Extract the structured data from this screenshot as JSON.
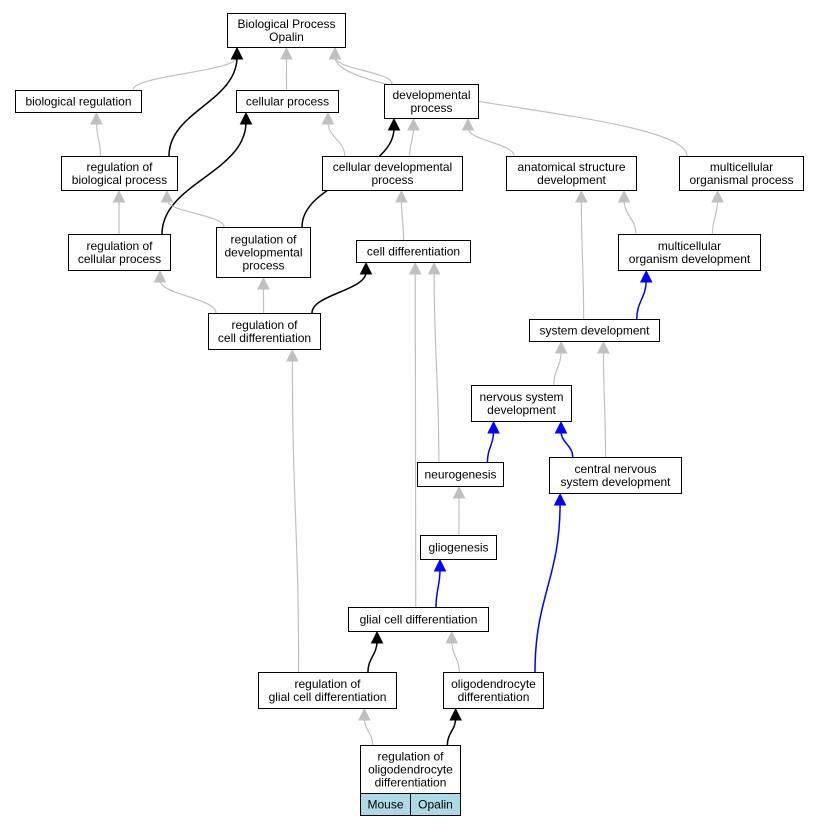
{
  "nodes": {
    "biological_process_opalin": [
      "Biological Process",
      "Opalin"
    ],
    "biological_regulation": [
      "biological regulation"
    ],
    "cellular_process": [
      "cellular process"
    ],
    "developmental_process": [
      "developmental",
      "process"
    ],
    "regulation_of_biological_process": [
      "regulation of",
      "biological process"
    ],
    "cellular_developmental_process": [
      "cellular developmental",
      "process"
    ],
    "anatomical_structure_development": [
      "anatomical structure",
      "development"
    ],
    "multicellular_organismal_process": [
      "multicellular",
      "organismal process"
    ],
    "regulation_of_cellular_process": [
      "regulation of",
      "cellular process"
    ],
    "regulation_of_developmental_process": [
      "regulation of",
      "developmental",
      "process"
    ],
    "cell_differentiation": [
      "cell differentiation"
    ],
    "multicellular_organism_development": [
      "multicellular",
      "organism development"
    ],
    "regulation_of_cell_differentiation": [
      "regulation of",
      "cell differentiation"
    ],
    "system_development": [
      "system development"
    ],
    "nervous_system_development": [
      "nervous system",
      "development"
    ],
    "neurogenesis": [
      "neurogenesis"
    ],
    "central_nervous_system_development": [
      "central nervous",
      "system development"
    ],
    "gliogenesis": [
      "gliogenesis"
    ],
    "glial_cell_differentiation": [
      "glial cell differentiation"
    ],
    "regulation_of_glial_cell_differentiation": [
      "regulation of",
      "glial cell differentiation"
    ],
    "oligodendrocyte_differentiation": [
      "oligodendrocyte",
      "differentiation"
    ],
    "regulation_of_oligodendrocyte_differentiation": [
      "regulation of",
      "oligodendrocyte",
      "differentiation"
    ]
  },
  "tags": {
    "species": "Mouse",
    "gene": "Opalin"
  },
  "edges": [
    {
      "from": "biological_regulation",
      "to": "biological_process_opalin",
      "kind": "is_a"
    },
    {
      "from": "cellular_process",
      "to": "biological_process_opalin",
      "kind": "is_a"
    },
    {
      "from": "developmental_process",
      "to": "biological_process_opalin",
      "kind": "is_a"
    },
    {
      "from": "multicellular_organismal_process",
      "to": "biological_process_opalin",
      "kind": "is_a"
    },
    {
      "from": "regulation_of_biological_process",
      "to": "biological_process_opalin",
      "kind": "regulates"
    },
    {
      "from": "regulation_of_biological_process",
      "to": "biological_regulation",
      "kind": "is_a"
    },
    {
      "from": "regulation_of_cellular_process",
      "to": "regulation_of_biological_process",
      "kind": "is_a"
    },
    {
      "from": "regulation_of_cellular_process",
      "to": "cellular_process",
      "kind": "regulates"
    },
    {
      "from": "cellular_developmental_process",
      "to": "cellular_process",
      "kind": "is_a"
    },
    {
      "from": "cellular_developmental_process",
      "to": "developmental_process",
      "kind": "is_a"
    },
    {
      "from": "anatomical_structure_development",
      "to": "developmental_process",
      "kind": "is_a"
    },
    {
      "from": "regulation_of_developmental_process",
      "to": "regulation_of_biological_process",
      "kind": "is_a"
    },
    {
      "from": "regulation_of_developmental_process",
      "to": "developmental_process",
      "kind": "regulates"
    },
    {
      "from": "cell_differentiation",
      "to": "cellular_developmental_process",
      "kind": "is_a"
    },
    {
      "from": "multicellular_organism_development",
      "to": "anatomical_structure_development",
      "kind": "is_a"
    },
    {
      "from": "multicellular_organism_development",
      "to": "multicellular_organismal_process",
      "kind": "is_a"
    },
    {
      "from": "regulation_of_cell_differentiation",
      "to": "regulation_of_cellular_process",
      "kind": "is_a"
    },
    {
      "from": "regulation_of_cell_differentiation",
      "to": "regulation_of_developmental_process",
      "kind": "is_a"
    },
    {
      "from": "regulation_of_cell_differentiation",
      "to": "cell_differentiation",
      "kind": "regulates"
    },
    {
      "from": "system_development",
      "to": "anatomical_structure_development",
      "kind": "is_a"
    },
    {
      "from": "system_development",
      "to": "multicellular_organism_development",
      "kind": "part_of"
    },
    {
      "from": "nervous_system_development",
      "to": "system_development",
      "kind": "is_a"
    },
    {
      "from": "central_nervous_system_development",
      "to": "system_development",
      "kind": "is_a"
    },
    {
      "from": "central_nervous_system_development",
      "to": "nervous_system_development",
      "kind": "part_of"
    },
    {
      "from": "neurogenesis",
      "to": "cell_differentiation",
      "kind": "is_a"
    },
    {
      "from": "neurogenesis",
      "to": "nervous_system_development",
      "kind": "part_of"
    },
    {
      "from": "gliogenesis",
      "to": "neurogenesis",
      "kind": "is_a"
    },
    {
      "from": "glial_cell_differentiation",
      "to": "cell_differentiation",
      "kind": "is_a"
    },
    {
      "from": "glial_cell_differentiation",
      "to": "gliogenesis",
      "kind": "part_of"
    },
    {
      "from": "regulation_of_glial_cell_differentiation",
      "to": "regulation_of_cell_differentiation",
      "kind": "is_a"
    },
    {
      "from": "regulation_of_glial_cell_differentiation",
      "to": "glial_cell_differentiation",
      "kind": "regulates"
    },
    {
      "from": "oligodendrocyte_differentiation",
      "to": "glial_cell_differentiation",
      "kind": "is_a"
    },
    {
      "from": "oligodendrocyte_differentiation",
      "to": "central_nervous_system_development",
      "kind": "part_of"
    },
    {
      "from": "regulation_of_oligodendrocyte_differentiation",
      "to": "regulation_of_glial_cell_differentiation",
      "kind": "is_a"
    },
    {
      "from": "regulation_of_oligodendrocyte_differentiation",
      "to": "oligodendrocyte_differentiation",
      "kind": "regulates"
    }
  ],
  "edge_colors": {
    "is_a": "#c0c0c0",
    "part_of": "#0000ff",
    "regulates": "#000000"
  }
}
